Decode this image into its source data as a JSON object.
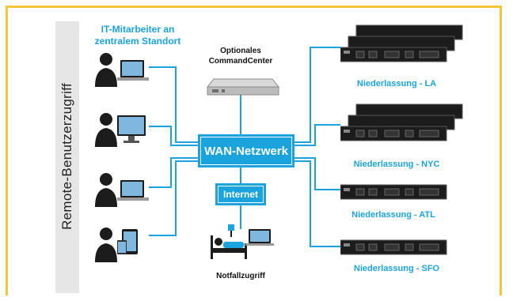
{
  "sidebar": {
    "label": "Remote-Benutzerzugriff"
  },
  "it_staff": {
    "label_line1": "IT-Mitarbeiter an",
    "label_line2": "zentralem Standort"
  },
  "command_center": {
    "label_line1": "Optionales",
    "label_line2": "CommandCenter"
  },
  "wan": {
    "label": "WAN-Netzwerk"
  },
  "internet": {
    "label": "Internet"
  },
  "emergency": {
    "label": "Notfallzugriff"
  },
  "branches": [
    {
      "label": "Niederlassung - LA"
    },
    {
      "label": "Niederlassung - NYC"
    },
    {
      "label": "Niederlassung - ATL"
    },
    {
      "label": "Niederlassung - SFO"
    }
  ],
  "colors": {
    "accent": "#1aa3dc",
    "frame": "#f5c53a",
    "sidebar": "#e6e6e6",
    "device": "#1c1c1c"
  }
}
